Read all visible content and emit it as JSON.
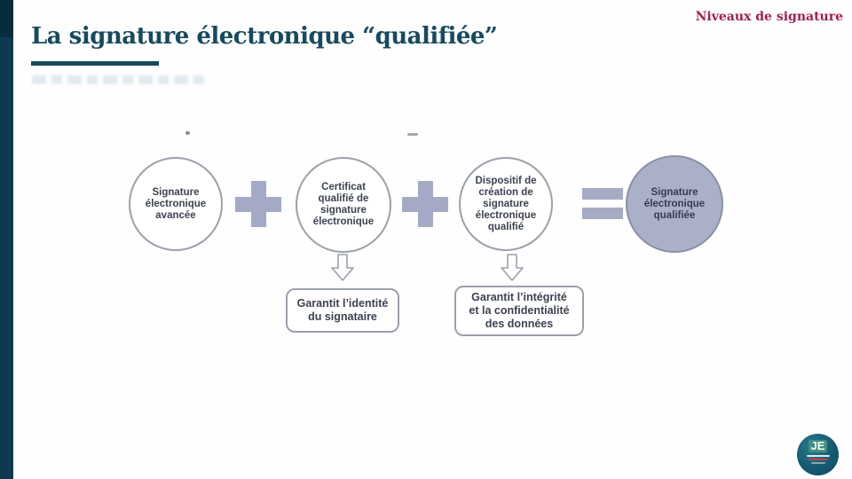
{
  "slide": {
    "title": "La signature électronique “qualifiée”",
    "corner_label": "Niveaux de signature"
  },
  "diagram": {
    "nodes": [
      {
        "label": "Signature\nélectronique\navancée",
        "style": "outline"
      },
      {
        "label": "Certificat\nqualifié de\nsignature\nélectronique",
        "style": "outline"
      },
      {
        "label": "Dispositif de\ncréation de\nsignature\nélectronique\nqualifié",
        "style": "outline"
      },
      {
        "label": "Signature\nélectronique\nqualifiée",
        "style": "filled"
      }
    ],
    "operators": [
      {
        "symbol": "+"
      },
      {
        "symbol": "+"
      },
      {
        "symbol": "="
      }
    ],
    "callouts": [
      {
        "label": "Garantit l’identité\ndu signataire"
      },
      {
        "label": "Garantit l’intégrité\net la confidentialité\ndes données"
      }
    ]
  },
  "logo": {
    "initials": "JE"
  },
  "colors": {
    "accent_teal": "#0c3a50",
    "title_teal": "#174a5e",
    "corner_red": "#9d1f50",
    "operator_lavender": "#a4aac6",
    "filled_node": "#abb0c9",
    "node_text": "#3c4250"
  }
}
